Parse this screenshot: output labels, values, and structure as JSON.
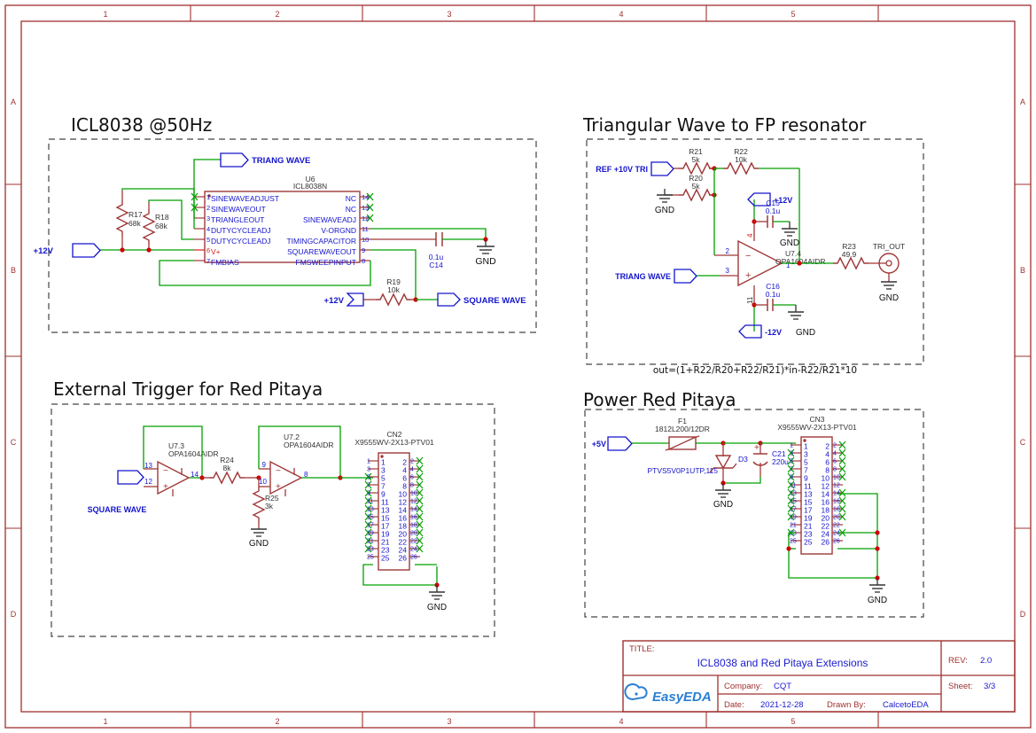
{
  "sheet": {
    "border_color": "#a03030",
    "zone_columns": [
      "1",
      "2",
      "3",
      "4",
      "5"
    ],
    "zone_rows": [
      "A",
      "B",
      "C",
      "D"
    ]
  },
  "blocks": [
    {
      "id": "icl8038",
      "title": "ICL8038 @50Hz",
      "components": {
        "u6": {
          "ref": "U6",
          "part": "ICL8038N",
          "left_pins": [
            {
              "num": "1",
              "label": "SINEWAVEADJUST",
              "color": "#1414cd",
              "nc": true
            },
            {
              "num": "2",
              "label": "SINEWAVEOUT",
              "color": "#1414cd",
              "nc": true
            },
            {
              "num": "3",
              "label": "TRIANGLEOUT",
              "color": "#1414cd",
              "nc": false
            },
            {
              "num": "4",
              "label": "DUTYCYCLEADJ",
              "color": "#1414cd",
              "nc": false
            },
            {
              "num": "5",
              "label": "DUTYCYCLEADJ",
              "color": "#1414cd",
              "nc": false
            },
            {
              "num": "6",
              "label": "V+",
              "color": "#d02020",
              "nc": false
            },
            {
              "num": "7",
              "label": "FMBIAS",
              "color": "#1414cd",
              "nc": false
            }
          ],
          "right_pins": [
            {
              "num": "14",
              "label": "NC",
              "color": "#1414cd",
              "nc": true
            },
            {
              "num": "13",
              "label": "NC",
              "color": "#1414cd",
              "nc": true
            },
            {
              "num": "12",
              "label": "SINEWAVEADJ",
              "color": "#1414cd",
              "nc": true
            },
            {
              "num": "11",
              "label": "V-ORGND",
              "color": "#1414cd",
              "nc": false
            },
            {
              "num": "10",
              "label": "TIMINGCAPACITOR",
              "color": "#1414cd",
              "nc": false
            },
            {
              "num": "9",
              "label": "SQUAREWAVEOUT",
              "color": "#1414cd",
              "nc": false
            },
            {
              "num": "8",
              "label": "FMSWEEPINPUT",
              "color": "#1414cd",
              "nc": false
            }
          ]
        },
        "r17": {
          "ref": "R17",
          "value": "68k"
        },
        "r18": {
          "ref": "R18",
          "value": "68k"
        },
        "r19": {
          "ref": "R19",
          "value": "10k"
        },
        "c14": {
          "ref": "C14",
          "value": "0.1u"
        }
      },
      "nets": {
        "triang_wave": "TRIANG WAVE",
        "square_wave": "SQUARE WAVE",
        "p12v_left": "+12V",
        "p12v_r19": "+12V",
        "gnd": "GND"
      }
    },
    {
      "id": "triangular",
      "title": "Triangular Wave to FP resonator",
      "formula": "out=(1+R22/R20+R22/R21)*in-R22/R21*10",
      "components": {
        "r21": {
          "ref": "R21",
          "value": "5k"
        },
        "r20": {
          "ref": "R20",
          "value": "5k"
        },
        "r22": {
          "ref": "R22",
          "value": "10k"
        },
        "r23": {
          "ref": "R23",
          "value": "49.9"
        },
        "c15": {
          "ref": "C15",
          "value": "0.1u"
        },
        "c16": {
          "ref": "C16",
          "value": "0.1u"
        },
        "u74": {
          "ref": "U7.4",
          "part": "OPA1604AIDR",
          "pin_inv": "2",
          "pin_non_inv": "3",
          "pin_out": "1",
          "pin_vpos": "4",
          "pin_vneg": "11"
        }
      },
      "nets": {
        "ref_tri": "REF +10V TRI",
        "triang_wave": "TRIANG WAVE",
        "p12v": "+12V",
        "n12v": "-12V",
        "tri_out": "TRI_OUT",
        "gnd": "GND"
      }
    },
    {
      "id": "ext_trigger",
      "title": "External Trigger for Red Pitaya",
      "components": {
        "u73": {
          "ref": "U7.3",
          "part": "OPA1604AIDR",
          "pin_inv": "13",
          "pin_non_inv": "12",
          "pin_out": "14"
        },
        "u72": {
          "ref": "U7.2",
          "part": "OPA1604AIDR",
          "pin_inv": "9",
          "pin_non_inv": "10",
          "pin_out": "8"
        },
        "r24": {
          "ref": "R24",
          "value": "8k"
        },
        "r25": {
          "ref": "R25",
          "value": "3k"
        },
        "cn2": {
          "ref": "CN2",
          "part": "X9555WV-2X13-PTV01",
          "pin_count": 26
        }
      },
      "nets": {
        "square_wave": "SQUARE WAVE",
        "gnd": "GND"
      }
    },
    {
      "id": "power",
      "title": "Power Red Pitaya",
      "components": {
        "f1": {
          "ref": "F1",
          "value": "1812L200/12DR"
        },
        "d3": {
          "ref": "D3",
          "value": "PTVS5V0P1UTP,115"
        },
        "c21": {
          "ref": "C21",
          "value": "220u",
          "polarity": "+"
        },
        "cn3": {
          "ref": "CN3",
          "part": "X9555WV-2X13-PTV01",
          "pin_count": 26
        }
      },
      "nets": {
        "p5v": "+5V",
        "gnd": "GND"
      }
    }
  ],
  "title_block": {
    "title_label": "TITLE:",
    "title_value": "ICL8038 and Red Pitaya Extensions",
    "rev_label": "REV:",
    "rev_value": "2.0",
    "company_label": "Company:",
    "company_value": "CQT",
    "sheet_label": "Sheet:",
    "sheet_value": "3/3",
    "date_label": "Date:",
    "date_value": "2021-12-28",
    "drawn_label": "Drawn By:",
    "drawn_value": "CalcetoEDA",
    "logo_text": "EasyEDA"
  },
  "colors": {
    "wire_green": "#00a000",
    "symbol_red": "#a03838",
    "label_blue": "#1414cd",
    "border": "#a03030",
    "junction": "#d00000",
    "nc_green": "#00a000"
  }
}
